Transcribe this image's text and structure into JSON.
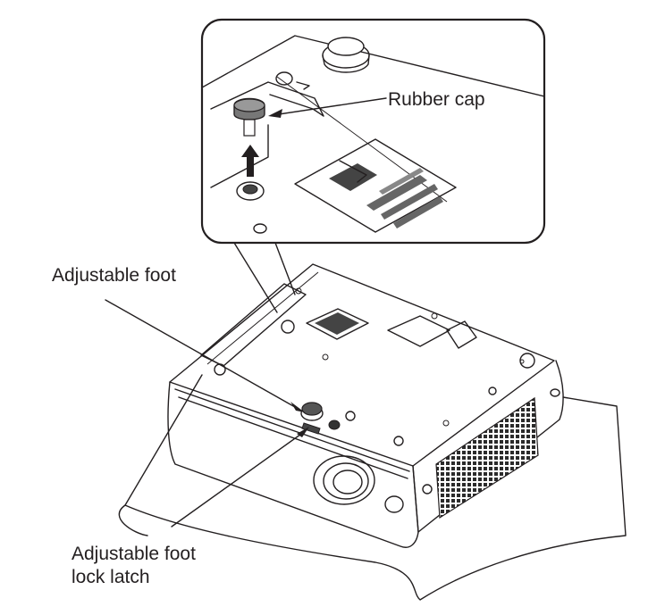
{
  "labels": {
    "rubber_cap": "Rubber cap",
    "adjustable_foot": "Adjustable foot",
    "lock_latch_line1": "Adjustable foot",
    "lock_latch_line2": "lock latch"
  },
  "colors": {
    "line": "#231f20",
    "background": "#ffffff",
    "vent_fill": "#3a3a3a"
  }
}
